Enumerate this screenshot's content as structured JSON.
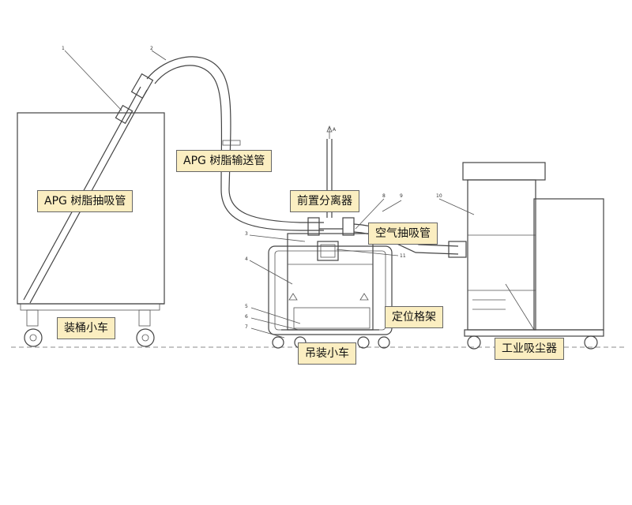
{
  "labels": {
    "apg_suction_pipe": "APG 树脂抽吸管",
    "apg_conveying_pipe": "APG 树脂输送管",
    "pre_separator": "前置分离器",
    "air_suction_pipe": "空气抽吸管",
    "drum_cart": "装桶小车",
    "positioning_rack": "定位格架",
    "hoisting_cart": "吊装小车",
    "industrial_vacuum": "工业吸尘器"
  },
  "part_numbers": [
    "1",
    "2",
    "3",
    "4",
    "5",
    "6",
    "7",
    "8",
    "9",
    "10",
    "11",
    "A"
  ]
}
